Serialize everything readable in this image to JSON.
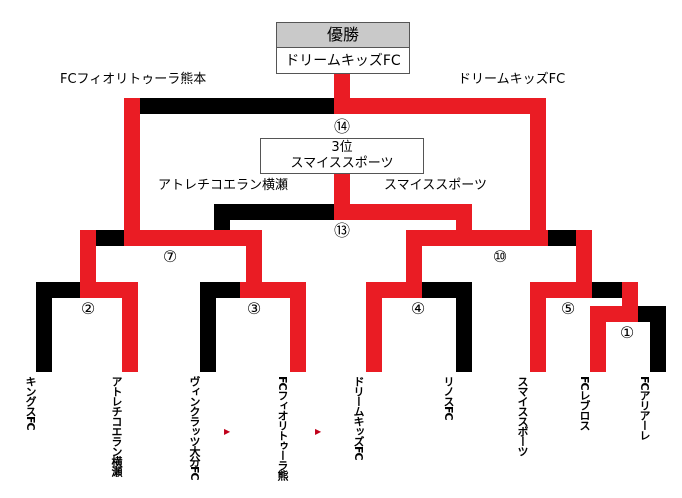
{
  "champion": {
    "header": "優勝",
    "name": "ドリームキッズFC"
  },
  "third_place": {
    "header": "3位",
    "name": "スマイススポーツ"
  },
  "final": {
    "left_team": "FCフィオリトゥーラ熊本",
    "right_team": "ドリームキッズFC"
  },
  "third_place_match": {
    "left_team": "アトレチコエラン横瀬",
    "right_team": "スマイススポーツ"
  },
  "match_numbers": [
    "①",
    "②",
    "③",
    "④",
    "⑤",
    "⑦",
    "⑩",
    "⑬",
    "⑭"
  ],
  "teams": [
    "キングスFC",
    "アトレチコエラン横瀬",
    "ヴィンクラッツ大分FC",
    "FCフィオリトゥーラ熊",
    "ドリームキッズFC",
    "リノスFC",
    "スマイススポーツ",
    "FCレブロス",
    "FCアリアーレ"
  ],
  "colors": {
    "winner": "#ea1c24",
    "loser": "#000000"
  }
}
